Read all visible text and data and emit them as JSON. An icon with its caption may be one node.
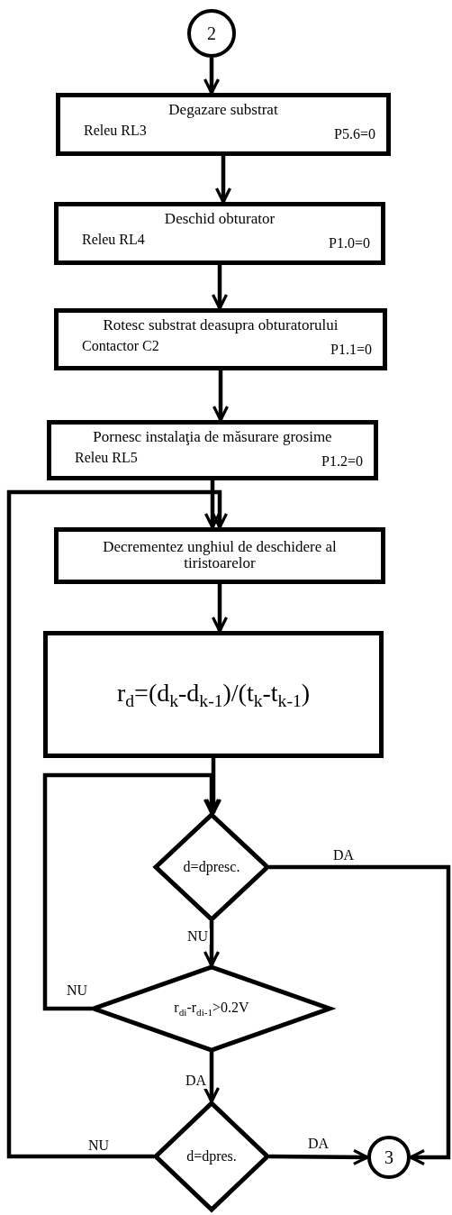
{
  "diagram": {
    "nodes": [
      {
        "text": [
          "2"
        ]
      },
      {
        "text": [
          "Degazare substrat",
          "Releu RL3",
          "P5.6=0"
        ]
      },
      {
        "text": [
          "Deschid obturator",
          "Releu RL4",
          "P1.0=0"
        ]
      },
      {
        "text": [
          "Rotesc substrat deasupra obturatorului",
          "Contactor C2",
          "P1.1=0"
        ]
      },
      {
        "text": [
          "Pornesc instalaţia de măsurare grosime",
          "Releu RL5",
          "P1.2=0"
        ]
      },
      {
        "text": [
          "Decrementez unghiul de deschidere al tiristoarelor"
        ]
      },
      {
        "text": [
          "r$_{d}$=(d$_{k}$-d$_{k-1}$)/(t$_{k}$-t$_{k-1}$)"
        ]
      },
      {
        "text": [
          "d=dpresc."
        ]
      },
      {
        "text": [
          "r$_{di}$-r$_{di-1}$>0.2V"
        ]
      },
      {
        "text": [
          "d=dpres."
        ]
      },
      {
        "text": [
          "3"
        ]
      }
    ],
    "edges": [
      {
        "from": 0,
        "to": 1,
        "arrow": "to"
      },
      {
        "from": 1,
        "to": 2,
        "arrow": "to"
      },
      {
        "from": 2,
        "to": 3,
        "arrow": "to"
      },
      {
        "from": 3,
        "to": 4,
        "arrow": "to"
      },
      {
        "from": 4,
        "to": 5,
        "arrow": "to"
      },
      {
        "from": 5,
        "to": 6,
        "arrow": "to"
      },
      {
        "from": 6,
        "to": 7,
        "arrow": "to"
      },
      {
        "from": 7,
        "to": 8,
        "arrow": "to",
        "label": "NU"
      },
      {
        "from": 8,
        "to": 7,
        "arrow": "to",
        "label": "NU"
      },
      {
        "from": 8,
        "to": 9,
        "arrow": "to",
        "label": "DA"
      },
      {
        "from": 9,
        "to": 5,
        "arrow": "to",
        "label": "NU"
      },
      {
        "from": 9,
        "to": 10,
        "arrow": "to",
        "label": "DA"
      },
      {
        "from": 7,
        "to": 10,
        "arrow": "to",
        "label": "DA"
      }
    ]
  }
}
